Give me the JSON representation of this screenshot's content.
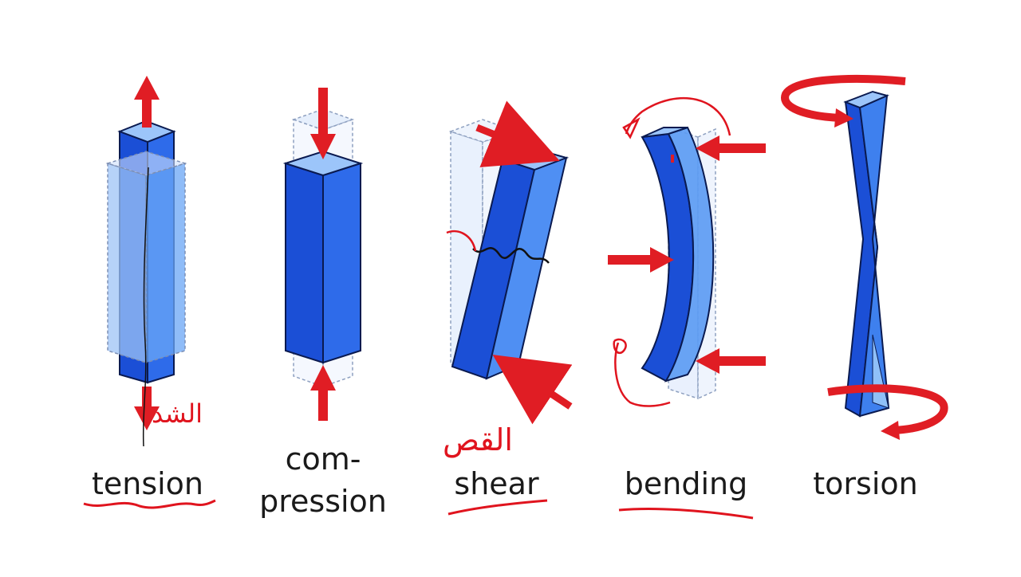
{
  "colors": {
    "bar_dark": "#1b4fd6",
    "bar_mid": "#2e6bea",
    "bar_light": "#67a6f7",
    "ghost_fill": "#d8e6fb",
    "ghost_line": "#7d8fb4",
    "arrow": "#e01d24",
    "ink": "#e0141e"
  },
  "panels": [
    {
      "id": "tension",
      "label": "tension",
      "arrow_icon": "force-arrow-icon"
    },
    {
      "id": "compression",
      "label_line1": "com-",
      "label_line2": "pression",
      "arrow_icon": "force-arrow-icon"
    },
    {
      "id": "shear",
      "label": "shear",
      "arrow_icon": "force-arrow-icon"
    },
    {
      "id": "bending",
      "label": "bending",
      "arrow_icon": "force-arrow-icon"
    },
    {
      "id": "torsion",
      "label": "torsion",
      "arrow_icon": "curved-arrow-icon"
    }
  ],
  "annotations": {
    "tension_arabic": "الشد",
    "shear_arabic": "القص"
  }
}
